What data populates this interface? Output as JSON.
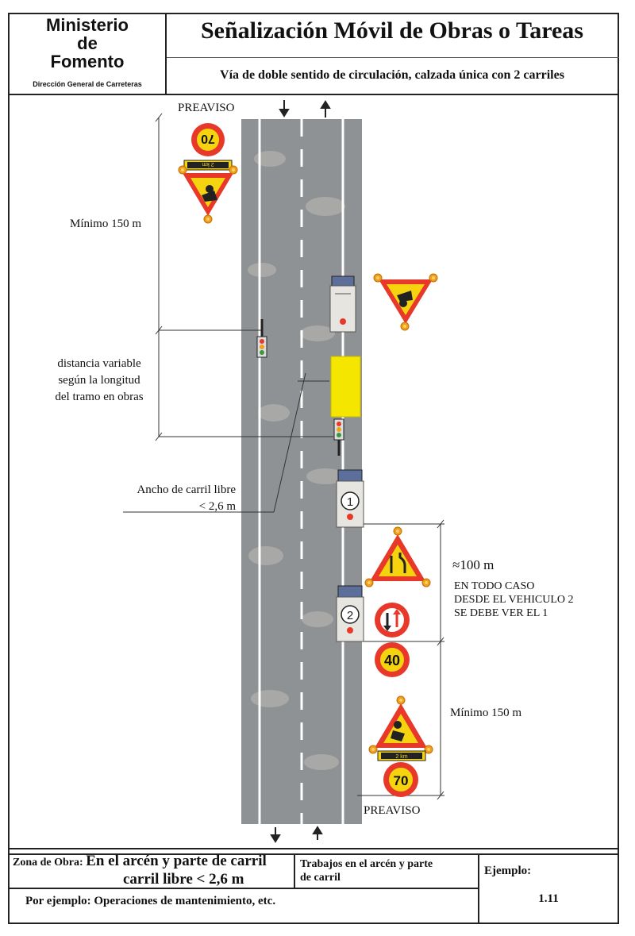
{
  "header": {
    "ministry_line1": "Ministerio",
    "ministry_line2": "de",
    "ministry_line3": "Fomento",
    "direction": "Dirección General de Carreteras",
    "title": "Señalización Móvil de Obras o Tareas",
    "subtitle": "Vía de doble sentido de circulación, calzada única con 2 carriles"
  },
  "diagram": {
    "preaviso_top": "PREAVISO",
    "preaviso_bottom": "PREAVISO",
    "minimo_top": "Mínimo 150 m",
    "minimo_bottom": "Mínimo 150 m",
    "distancia_line1": "distancia variable",
    "distancia_line2": "según la longitud",
    "distancia_line3": "del tramo en obras",
    "ancho_line1": "Ancho de carril libre",
    "ancho_line2": "< 2,6 m",
    "approx_100": "≈100 m",
    "en_todo_line1": "EN TODO CASO",
    "en_todo_line2": "DESDE EL VEHICULO 2",
    "en_todo_line3": "SE DEBE VER EL 1",
    "sign_speed_top": "70",
    "sign_speed_40": "40",
    "sign_speed_bottom": "70",
    "plate_top": "2 km",
    "plate_bottom": "2 km",
    "vehicle_1": "1",
    "vehicle_2": "2"
  },
  "footer": {
    "zona_label": "Zona de Obra:",
    "zona_value_line1": "En el arcén y parte de carril",
    "zona_value_line2": "carril libre < 2,6 m",
    "trabajos_line1": "Trabajos en el arcén y parte",
    "trabajos_line2": "de carril",
    "ejemplo_label": "Ejemplo:",
    "ejemplo_value": "1.11",
    "por_ejemplo": "Por ejemplo: Operaciones de mantenimiento, etc."
  },
  "colors": {
    "road": "#8f9294",
    "sign_red": "#e8382a",
    "sign_yellow": "#f5d40f",
    "work_zone": "#f5e600",
    "lamp": "#f0a020"
  }
}
